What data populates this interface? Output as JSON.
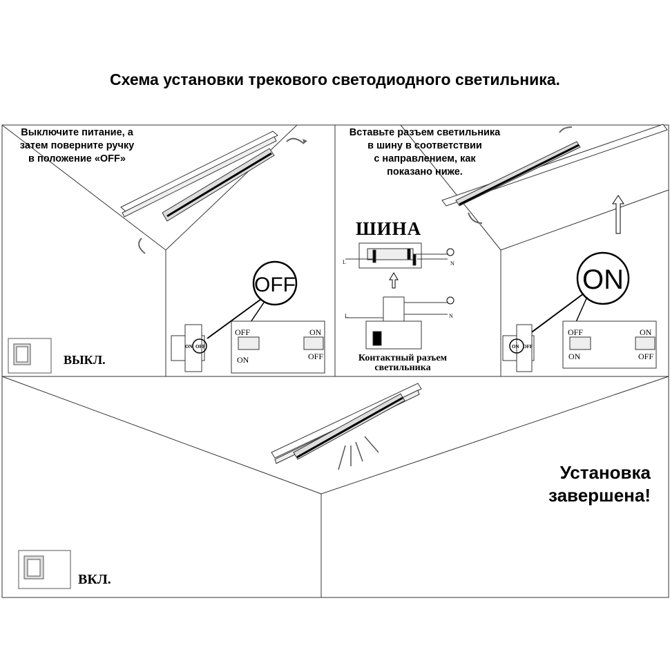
{
  "title": "Схема установки трекового светодиодного светильника.",
  "step1": {
    "instruction": [
      "Выключите питание, а",
      "затем поверните ручку",
      "в положение «OFF»"
    ],
    "callout": "OFF",
    "switch_label": "ВЫКЛ.",
    "lever_on": "ON",
    "lever_off": "OFF"
  },
  "step2": {
    "instruction": [
      "Вставьте разъем светильника",
      "в шину в соответствии",
      "с направлением, как",
      "показано ниже."
    ],
    "rail_label": "ШИНА",
    "connector_label": [
      "Контактный разъем",
      "светильника"
    ],
    "L": "L",
    "N": "N"
  },
  "step3": {
    "callout": "ON",
    "lever_on": "ON",
    "lever_off": "OFF"
  },
  "step4": {
    "switch_label": "ВКЛ.",
    "done": [
      "Установка",
      "завершена!"
    ]
  }
}
